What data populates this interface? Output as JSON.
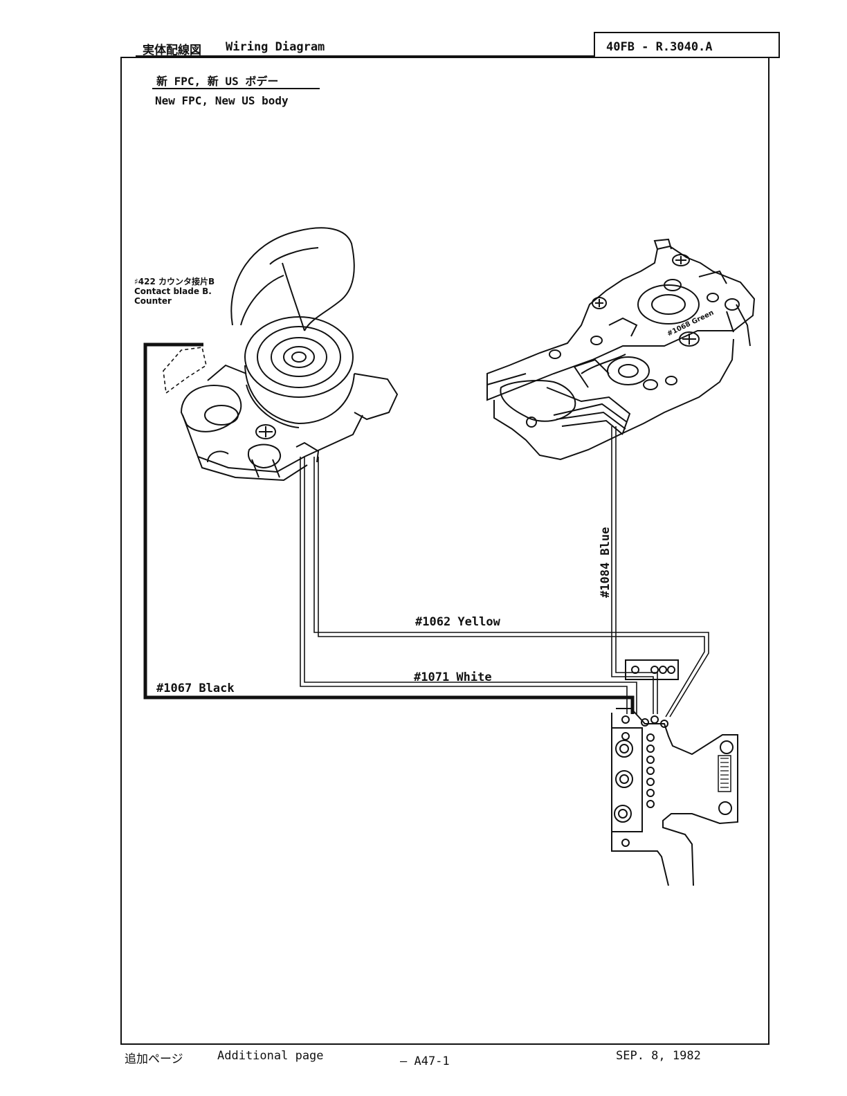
{
  "header": {
    "title_jp": "実体配線図",
    "title_en": "Wiring Diagram",
    "doc_number": "40FB - R.3040.A"
  },
  "subtitle": {
    "jp": "新 FPC, 新 US ボデー",
    "en": "New FPC, New US body"
  },
  "part_label": {
    "line1": "♯422 カウンタ接片B",
    "line2": "Contact blade B.",
    "line3": "Counter"
  },
  "wires": {
    "black": "#1067 Black",
    "white": "#1071 White",
    "yellow": "#1062 Yellow",
    "blue": "#1084 Blue",
    "green": "#1068 Green"
  },
  "footer": {
    "additional_jp": "追加ページ",
    "additional_en": "Additional page",
    "page_number": "— A47-1",
    "date": "SEP. 8, 1982"
  }
}
